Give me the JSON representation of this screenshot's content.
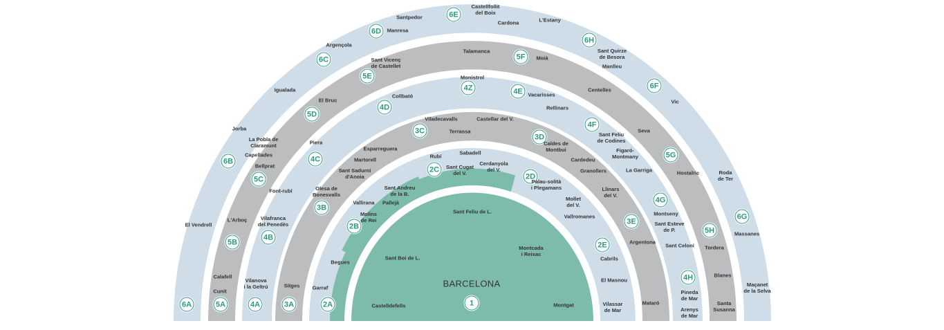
{
  "title": "BARCELONA",
  "colors": {
    "ring_blue": "#cfdde9",
    "ring_gray": "#bcbdbf",
    "zone1_green": "#7dbcab",
    "badge": "#2c9a80"
  },
  "badges": [
    "1",
    "2A",
    "2B",
    "2C",
    "2D",
    "2E",
    "3A",
    "3B",
    "3C",
    "3D",
    "3E",
    "4A",
    "4B",
    "4C",
    "4D",
    "4Z",
    "4E",
    "4F",
    "4G",
    "4H",
    "5A",
    "5B",
    "5C",
    "5D",
    "5E",
    "5F",
    "5G",
    "5H",
    "6A",
    "6B",
    "6C",
    "6D",
    "6E",
    "6H",
    "6F",
    "6G"
  ],
  "towns": [
    "Sant Feliu de L.",
    "Sant Boi de L.",
    "Montcada\ni Reixac",
    "Castelldefells",
    "Montgat",
    "Begues",
    "Garraf",
    "Vallirana",
    "Pallejà",
    "Molins\nde Rei",
    "Sant Andreu\nde la B.",
    "Rubí",
    "Sabadell",
    "Sant Cugat\ndel V.",
    "Cerdanyola\ndel V.",
    "Palau-solità\ni Plegamans",
    "Mollet\ndel V.",
    "Vallromanes",
    "Cabrils",
    "El Masnou",
    "Vilassar\nde Mar",
    "Sitges",
    "Olesa de\nBonesvalls",
    "Sant Sadurní\nd'Anoia",
    "Martorell",
    "Esparreguera",
    "Viladecavalls",
    "Castellar del V.",
    "Terrassa",
    "Caldes de\nMontbui",
    "Cardedeu",
    "Granollers",
    "Llinars\ndel V.",
    "Argentona",
    "Mataró",
    "Vilanova\ni la Geltrú",
    "Vilafranca\ndel Penedès",
    "Font-rubí",
    "Piera",
    "Collbató",
    "Monistrol",
    "Vacarisses",
    "Rellinars",
    "Sant Feliu\nde Codines",
    "Figaró-\nMontmany",
    "La Garriga",
    "Montseny",
    "Sant Esteve\nde P.",
    "Sant Celoni",
    "Pineda\nde Mar",
    "Arenys\nde Mar",
    "Calafell",
    "Cunit",
    "L'Arboç",
    "Bellprat",
    "Capellades",
    "La Pobla de\nClaramunt",
    "El Bruc",
    "Sant Vicenç\nde Castellet",
    "Talamanca",
    "Moià",
    "Centelles",
    "Seva",
    "Hostalric",
    "Tordera",
    "Blanes",
    "Santa\nSusanna",
    "El Vendrell",
    "Jorba",
    "Igualada",
    "Argençola",
    "Manresa",
    "Santpedor",
    "Castellfollit\ndel Boix",
    "Cardona",
    "L'Estany",
    "Sant Quirze\nde Besora",
    "Manlleu",
    "Vic",
    "Roda\nde Ter",
    "Massanes",
    "Maçanet\nde la Selva"
  ]
}
